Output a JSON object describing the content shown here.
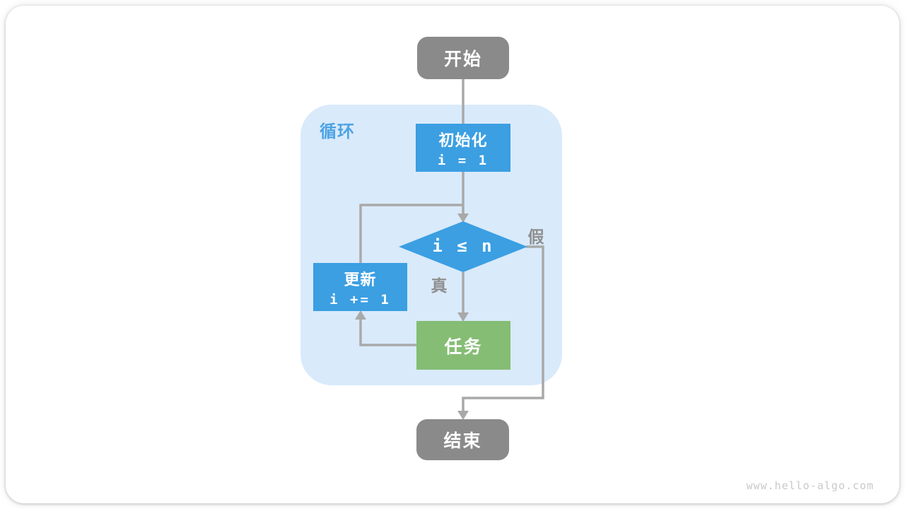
{
  "watermark": "www.hello-algo.com",
  "flowchart": {
    "loop_label": "循环",
    "nodes": {
      "start": {
        "label": "开始"
      },
      "init": {
        "title": "初始化",
        "code": "i = 1"
      },
      "condition": {
        "code": "i ≤ n"
      },
      "update": {
        "title": "更新",
        "code": "i += 1"
      },
      "task": {
        "label": "任务"
      },
      "end": {
        "label": "结束"
      }
    },
    "edge_labels": {
      "true": "真",
      "false": "假"
    }
  },
  "colors": {
    "terminal_gray": "#8a8a8a",
    "process_blue": "#3b9fe2",
    "task_green": "#85bd74",
    "loop_container_bg": "#d9eafb",
    "loop_label_blue": "#4da3e4",
    "edge_gray": "#a9a9a9",
    "edge_label_gray": "#8f8f8f",
    "watermark_gray": "#c9c9c9",
    "card_bg": "#ffffff"
  }
}
